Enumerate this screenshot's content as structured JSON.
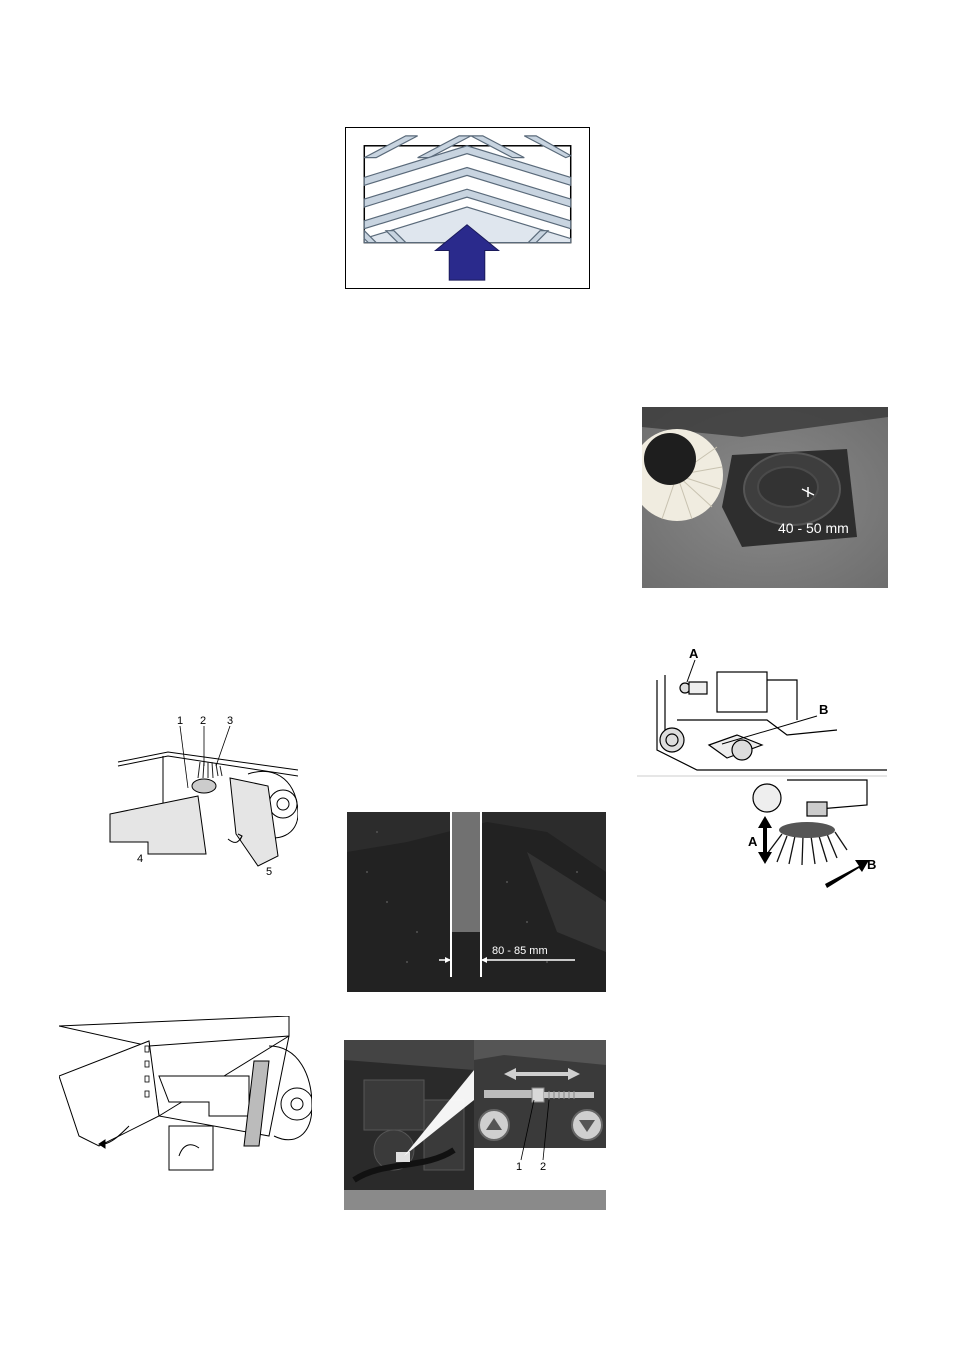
{
  "figures": {
    "brush_wear": {
      "measurement": "40 - 50 mm"
    },
    "flap_panels": {
      "callouts": [
        "1",
        "2",
        "3",
        "4",
        "5"
      ]
    },
    "sweep_pattern": {
      "measurement": "80 - 85 mm"
    },
    "side_brush_adjust": {
      "callouts": [
        "A",
        "B",
        "A",
        "B"
      ]
    },
    "cable_adjust": {
      "callouts": [
        "1",
        "2"
      ]
    }
  },
  "colors": {
    "arrow_fill": "#2a2a8c",
    "chevron_fill": "#c8d4e0",
    "chevron_stroke": "#5a6a7a"
  }
}
